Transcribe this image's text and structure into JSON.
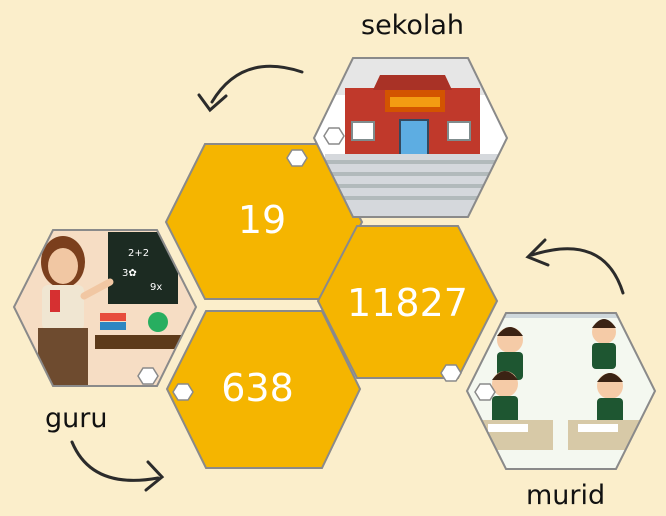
{
  "counts": {
    "sekolah": "19",
    "guru": "638",
    "murid": "11827"
  },
  "labels": {
    "sekolah": "sekolah",
    "guru": "guru",
    "murid": "murid"
  },
  "colors": {
    "background": "#fbeecb",
    "hex_fill": "#f5b500",
    "hex_border": "#8a8a8a",
    "number_text": "#ffffff"
  },
  "icons": {
    "sekolah": "school-building-icon",
    "guru": "teacher-icon",
    "murid": "students-icon"
  }
}
